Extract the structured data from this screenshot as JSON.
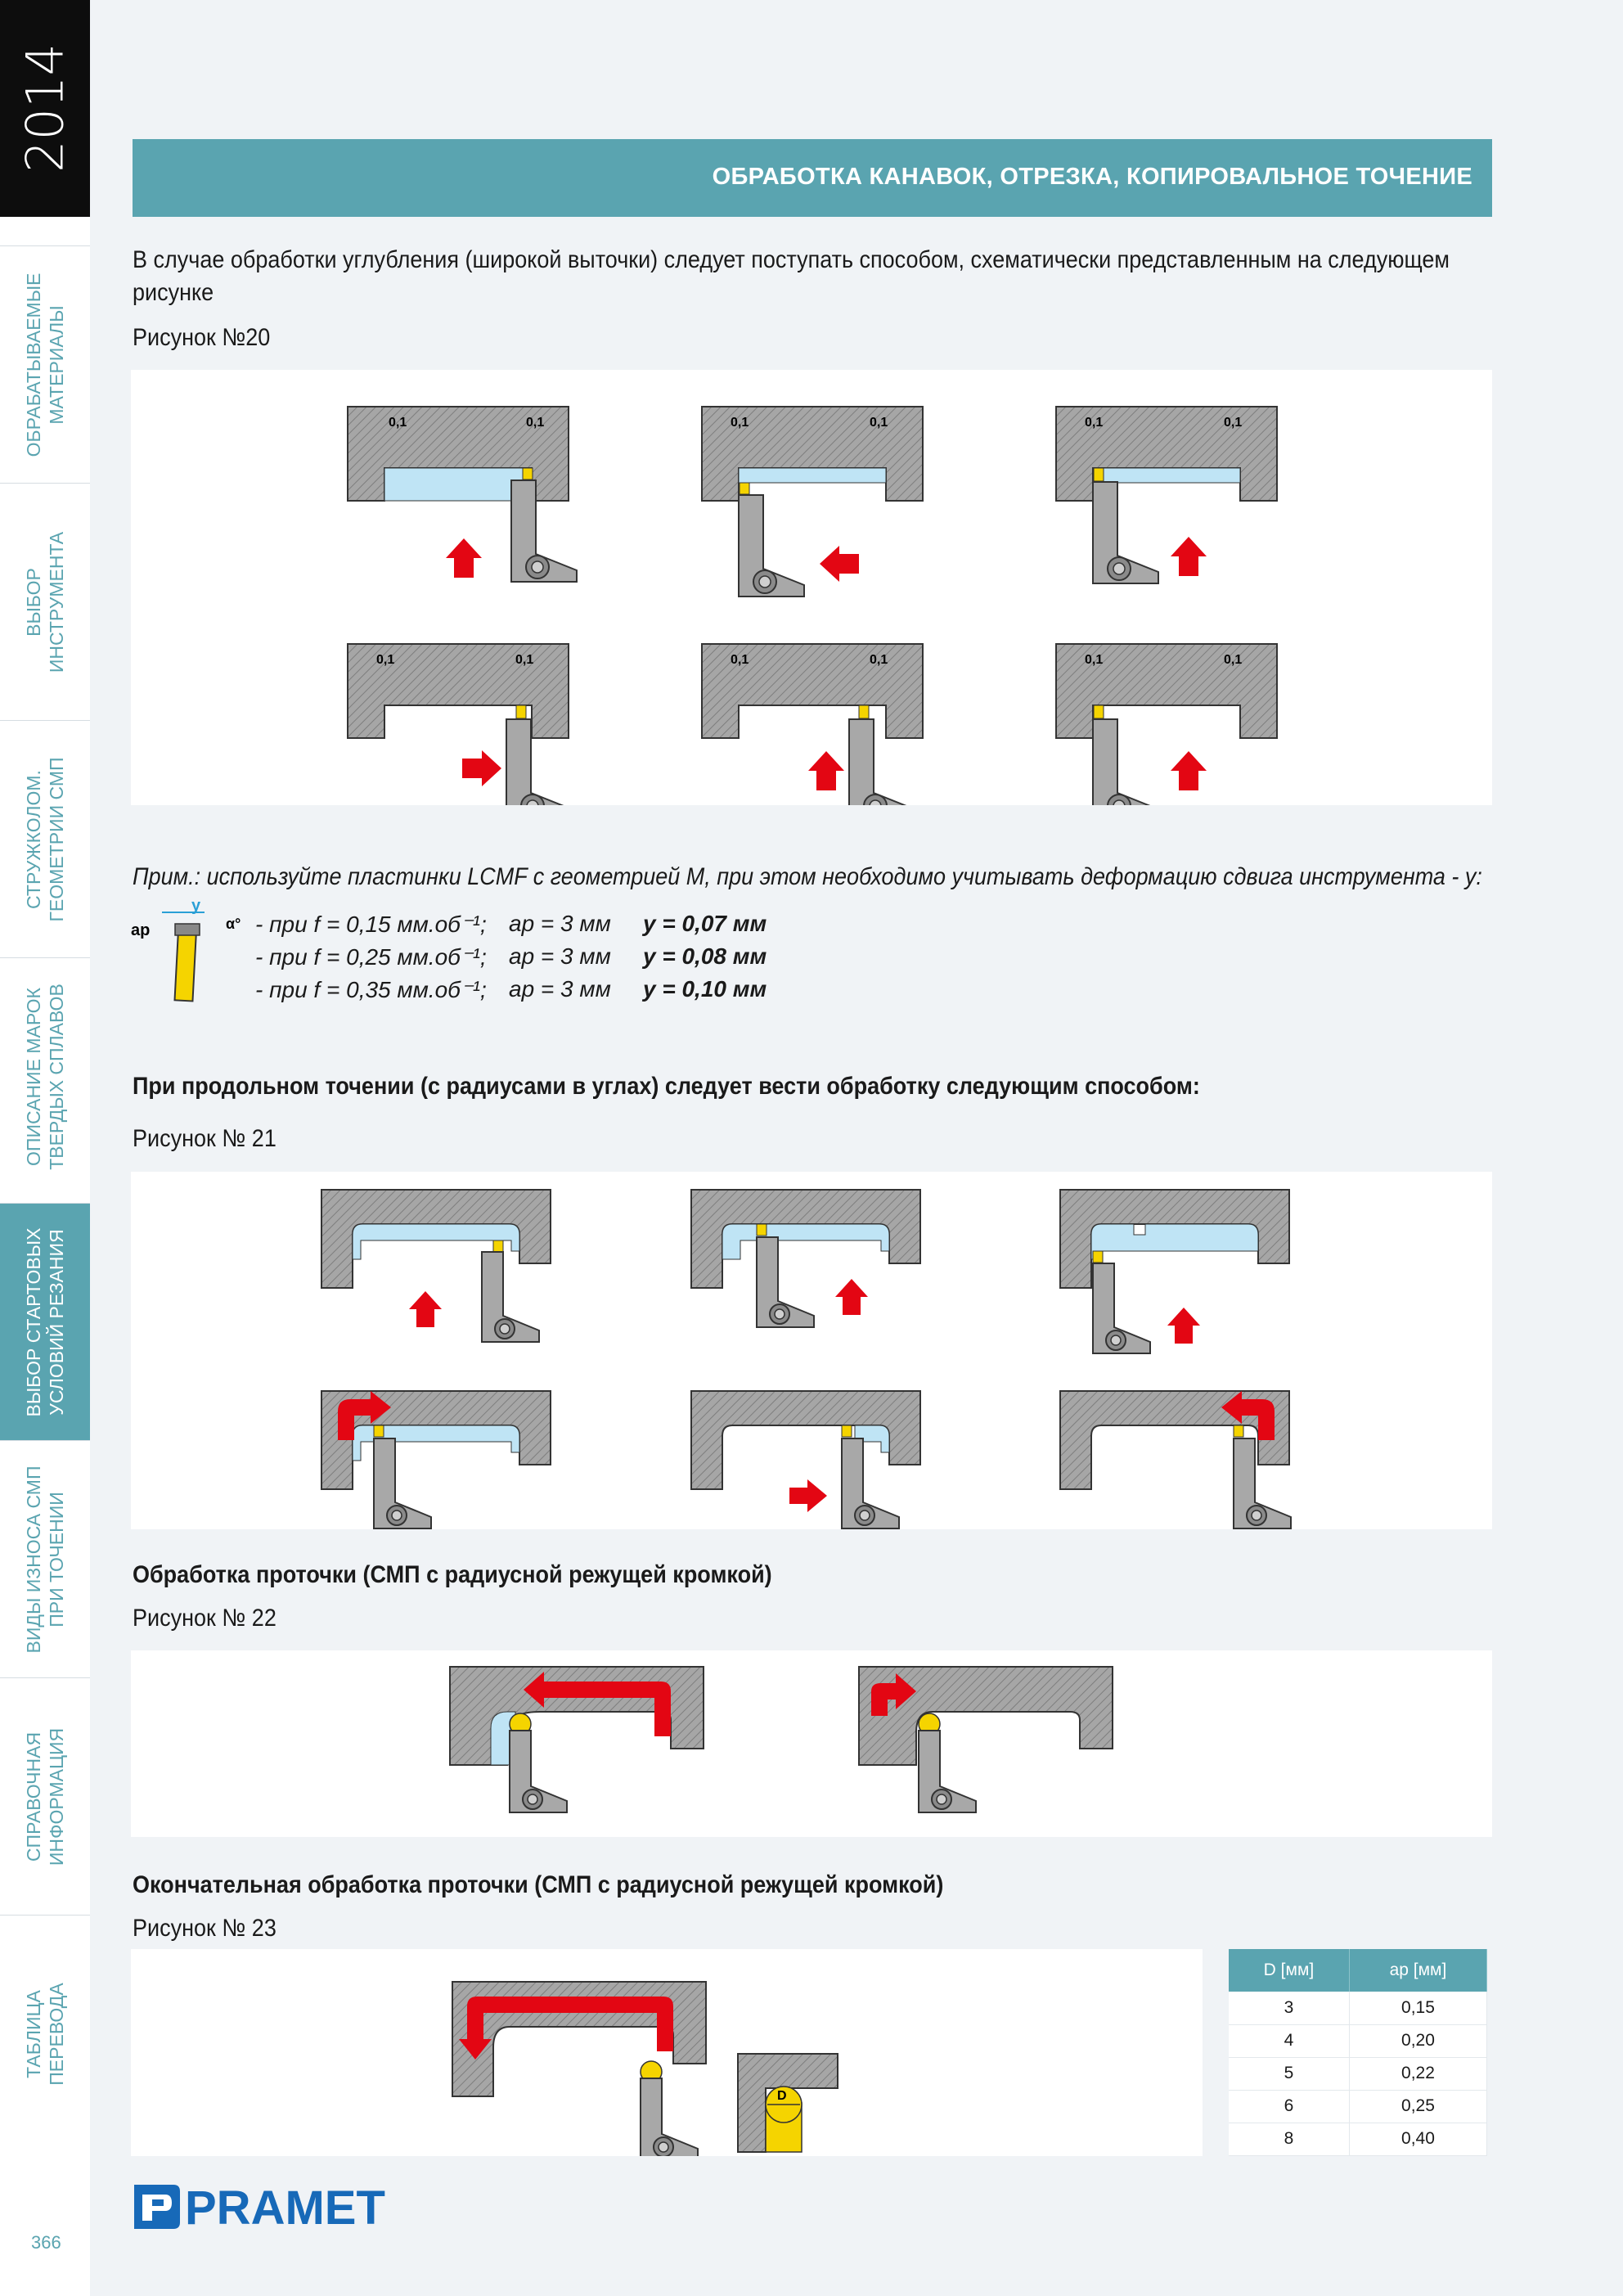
{
  "sidebar": {
    "year": "2014",
    "tabs": [
      {
        "label": "ОБРАБАТЫВАЕМЫЕ\nМАТЕРИАЛЫ",
        "active": false
      },
      {
        "label": "ВЫБОР\nИНСТРУМЕНТА",
        "active": false
      },
      {
        "label": "СТРУЖКОЛОМ.\nГЕОМЕТРИИ СМП",
        "active": false
      },
      {
        "label": "ОПИСАНИЕ МАРОК\nТВЕРДЫХ СПЛАВОВ",
        "active": false
      },
      {
        "label": "ВЫБОР СТАРТОВЫХ\nУСЛОВИЙ РЕЗАНИЯ",
        "active": true
      },
      {
        "label": "ВИДЫ ИЗНОСА СМП\nПРИ ТОЧЕНИИ",
        "active": false
      },
      {
        "label": "СПРАВОЧНАЯ\nИНФОРМАЦИЯ",
        "active": false
      },
      {
        "label": "ТАБЛИЦА\nПЕРЕВОДА",
        "active": false
      }
    ],
    "page_number": "366"
  },
  "header": {
    "title": "ОБРАБОТКА КАНАВОК, ОТРЕЗКА, КОПИРОВАЛЬНОЕ ТОЧЕНИЕ"
  },
  "intro": {
    "text": "В случае обработки углубления (широкой выточки) следует поступать способом, схематически представленным на следующем рисунке",
    "fig20_caption": "Рисунок №20",
    "dim_label": "0,1"
  },
  "note": {
    "text": "Прим.:  используйте пластинки LCMF с геометрией M, при этом необходимо учитывать деформацию сдвига инструмента - y:",
    "symbols": {
      "ap": "ap",
      "y": "y",
      "alpha": "α°"
    },
    "rows": [
      {
        "feed": "- при f = 0,15 мм.об⁻¹;",
        "depth": "ap = 3 мм",
        "result": "y = 0,07 мм"
      },
      {
        "feed": "- при f = 0,25 мм.об⁻¹;",
        "depth": "ap = 3 мм",
        "result": "y = 0,08 мм"
      },
      {
        "feed": "- при f = 0,35 мм.об⁻¹;",
        "depth": "ap = 3 мм",
        "result": "y = 0,10 мм"
      }
    ]
  },
  "section21": {
    "heading": "При продольном точении (с радиусами в углах) следует вести обработку следующим способом:",
    "caption": "Рисунок № 21"
  },
  "section22": {
    "heading": "Обработка проточки (СМП с радиусной режущей кромкой)",
    "caption": "Рисунок № 22"
  },
  "section23": {
    "heading": "Окончательная обработка проточки (СМП с радиусной режущей кромкой)",
    "caption": "Рисунок № 23",
    "d_label": "D"
  },
  "table": {
    "headers": [
      "D [мм]",
      "ap [мм]"
    ],
    "rows": [
      [
        "3",
        "0,15"
      ],
      [
        "4",
        "0,20"
      ],
      [
        "5",
        "0,22"
      ],
      [
        "6",
        "0,25"
      ],
      [
        "8",
        "0,40"
      ]
    ]
  },
  "logo": {
    "text": "PRAMET"
  },
  "colors": {
    "accent": "#5aa4b0",
    "arrow": "#e30613",
    "insert": "#f5d400",
    "cut": "#bfe4f5",
    "metal": "#a0a0a0"
  }
}
